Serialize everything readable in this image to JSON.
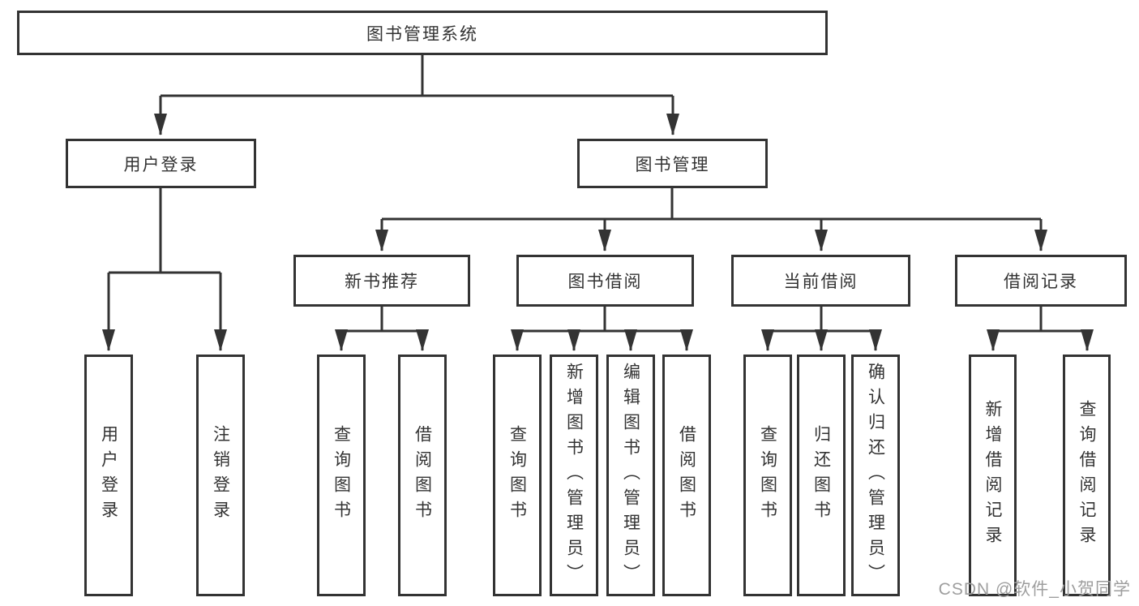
{
  "diagram_type": "hierarchical-function-tree",
  "tree": {
    "label": "图书管理系统",
    "children": [
      {
        "label": "用户登录",
        "children": [
          {
            "label": "用户登录"
          },
          {
            "label": "注销登录"
          }
        ]
      },
      {
        "label": "图书管理",
        "children": [
          {
            "label": "新书推荐",
            "children": [
              {
                "label": "查询图书"
              },
              {
                "label": "借阅图书"
              }
            ]
          },
          {
            "label": "图书借阅",
            "children": [
              {
                "label": "查询图书"
              },
              {
                "label": "新增图书（管理员）"
              },
              {
                "label": "编辑图书（管理员）"
              },
              {
                "label": "借阅图书"
              }
            ]
          },
          {
            "label": "当前借阅",
            "children": [
              {
                "label": "查询图书"
              },
              {
                "label": "归还图书"
              },
              {
                "label": "确认归还（管理员）"
              }
            ]
          },
          {
            "label": "借阅记录",
            "children": [
              {
                "label": "新增借阅记录"
              },
              {
                "label": "查询借阅记录"
              }
            ]
          }
        ]
      }
    ]
  },
  "watermark": {
    "text": "CSDN @软件_小贺同学"
  },
  "colors": {
    "line": "#333333",
    "text": "#333333",
    "box_background": "#ffffff",
    "page_background": "#ffffff",
    "watermark": "#9e9e9e"
  }
}
